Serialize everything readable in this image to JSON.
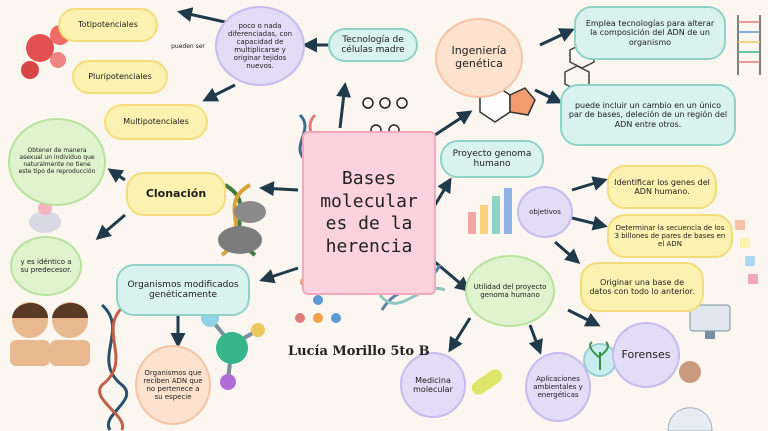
{
  "center_title": "Bases molecular es de la herencia",
  "author": "Lucía Morillo 5to B",
  "nodes": {
    "totipotenciales": "Totipotenciales",
    "pluripotenciales": "Pluripotenciales",
    "multipotenciales": "Multipotenciales",
    "pueden_ser": "pueden ser",
    "poco_nada": "poco o nada diferenciadas, con capacidad de multiplicarse y originar tejidos nuevos.",
    "tecnologia": "Tecnología de células madre",
    "ingenieria": "Ingeniería genética",
    "emplea": "Emplea tecnologías para alterar la composición del ADN de un organismo",
    "cambio": "puede incluir un cambio en un único par de bases, deleción de un región del ADN entre otros.",
    "proyecto": "Proyecto genoma humano",
    "objetivos": "objetivos",
    "identificar": "Identificar los genes del ADN humano.",
    "determinar": "Determinar la secuencia de los 3 billones de pares de bases en el ADN",
    "originar": "Originar una base de datos con todo lo anterior.",
    "utilidad": "Utilidad del proyecto genoma humano",
    "medicina": "Medicina molecular",
    "aplicaciones": "Aplicaciones ambientales y energéticas",
    "forenses": "Forenses",
    "clonacion": "Clonación",
    "obtener": "Obtener de manera asexual un individuo que naturalmente no tiene este tipo de reproducción",
    "identico": "y es idéntico a su predecesor.",
    "ogm": "Organismos modificados genéticamente",
    "ogm_desc": "Organismos que reciben ADN que no pertenece a su especie"
  },
  "colors": {
    "yellow": "#fbf1b0",
    "teal": "#d9f2ee",
    "purple": "#e3dcf7",
    "peach": "#fde2cf",
    "pink": "#fbd2de",
    "arrow": "#1f3a4a"
  }
}
